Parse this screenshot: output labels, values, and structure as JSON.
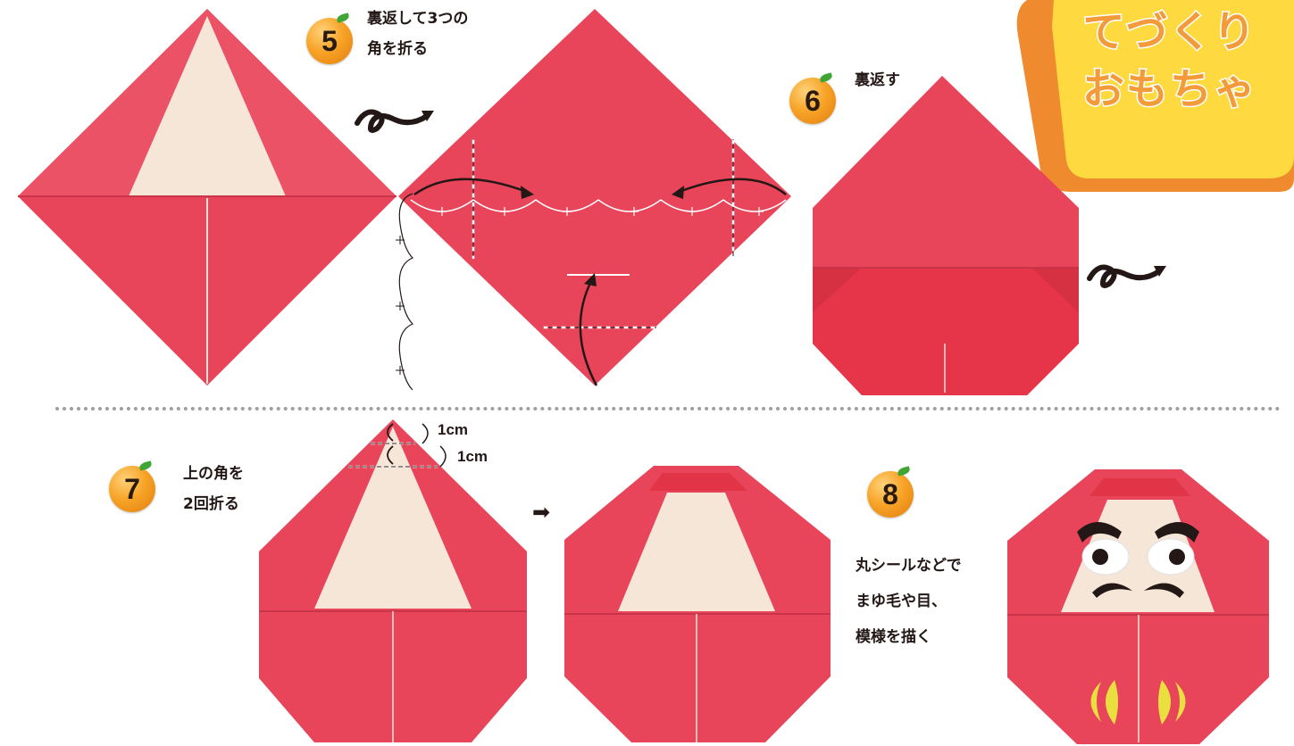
{
  "title": {
    "line1": "てづくり",
    "line2": "おもちゃ",
    "colors": {
      "outer": "#f08a2e",
      "inner": "#ffd940",
      "text": "#f39a3a"
    }
  },
  "colors": {
    "paper_red": "#e8445a",
    "paper_red_light": "#ef5f72",
    "paper_white": "#f6e6d8",
    "badge": "#f7a428",
    "divider": "#9ea0a0",
    "eye_yellow": "#e9e040"
  },
  "steps": [
    {
      "number": "5",
      "lines": [
        "裏返して3つの",
        "角を折る"
      ],
      "icon": "turn-over-icon"
    },
    {
      "number": "6",
      "lines": [
        "裏返す"
      ],
      "icon": "turn-over-icon"
    },
    {
      "number": "7",
      "lines": [
        "上の角を",
        "2回折る"
      ]
    },
    {
      "number": "8",
      "lines": [
        "丸シールなどで",
        "まゆ毛や目、",
        "模様を描く"
      ]
    }
  ],
  "measurements": {
    "fold1": "1cm",
    "fold2": "1cm"
  },
  "arrow": "➡"
}
